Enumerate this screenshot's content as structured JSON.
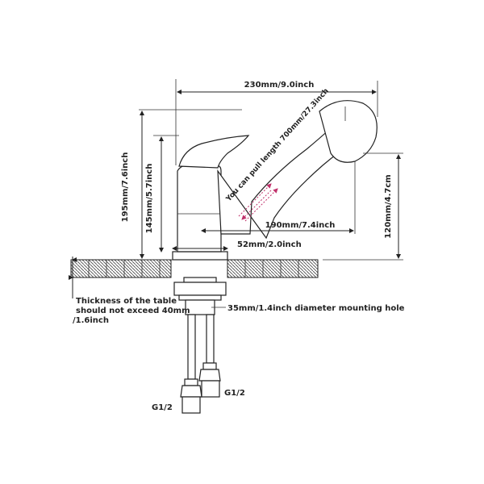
{
  "dimensions": {
    "width_top": "230mm/9.0inch",
    "height_total": "195mm/7.6inch",
    "height_body": "145mm/5.7inch",
    "spout_height": "120mm/4.7cm",
    "reach": "190mm/7.4inch",
    "base_diameter": "52mm/2.0inch",
    "pull_length": "You can pull length 700mm/27.3inch",
    "mounting_hole": "35mm/1.4inch diameter mounting hole"
  },
  "table_note": {
    "line1": "Thickness of the table",
    "line2": "should not exceed 40mm",
    "line3": "/1.6inch"
  },
  "connectors": {
    "left": "G1/2",
    "right": "G1/2"
  },
  "colors": {
    "arrow": "#c0306a",
    "ink": "#222222"
  }
}
